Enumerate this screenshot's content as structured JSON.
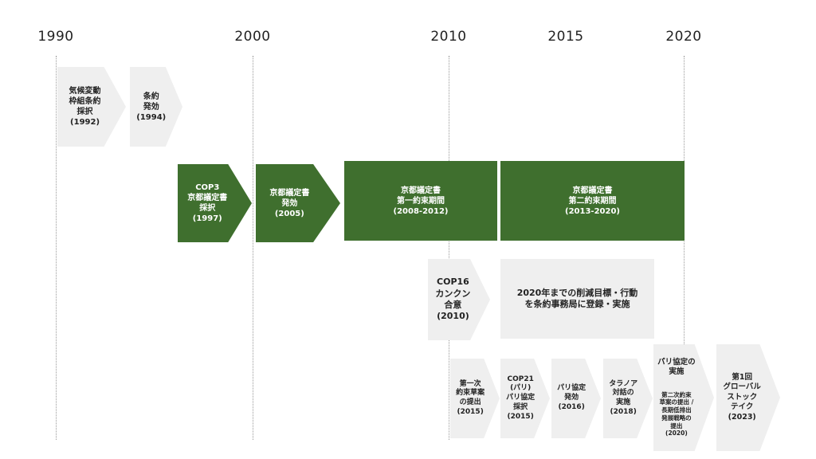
{
  "years": [
    "1990",
    "2000",
    "2010",
    "2015",
    "2020"
  ],
  "events": {
    "e1992": "気候変動\n枠組条約\n採択\n(1992)",
    "e1994": "条約\n発効\n(1994)",
    "e1997": "COP3\n京都議定書\n採択\n(1997)",
    "e2005": "京都議定書\n発効\n(2005)",
    "kp1": "京都議定書\n第一約束期間\n(2008-2012)",
    "kp2": "京都議定書\n第二約束期間\n(2013-2020)",
    "cop16": "COP16\nカンクン\n合意\n(2010)",
    "target2020": "2020年までの削減目標・行動\nを条約事務局に登録・実施",
    "draft2015": "第一次\n約束草案\nの提出\n(2015)",
    "cop21": "COP21\n(パリ)\nパリ協定\n採択\n(2015)",
    "paris2016": "パリ協定\n発効\n(2016)",
    "talanoa": "タラノア\n対話の\n実施\n(2018)",
    "paris_impl_title": "パリ協定の\n実施",
    "paris_impl_sub": "第二次約束\n草案の提出 /\n長期低排出\n発展戦略の\n提出\n(2020)",
    "gst2023": "第1回\nグローバル\nストック\nテイク\n(2023)"
  },
  "colors": {
    "green": "#3f6f2e",
    "gray": "#efefef",
    "gridline": "#9a9a9a"
  }
}
